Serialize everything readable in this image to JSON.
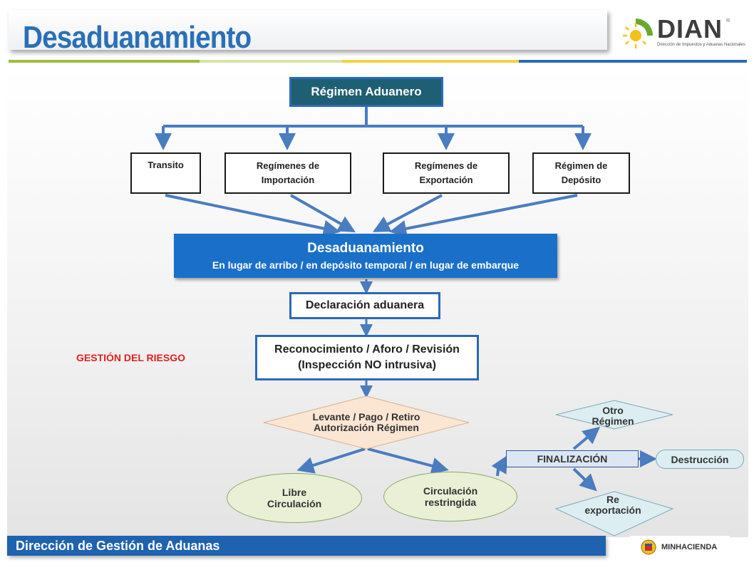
{
  "title": "Desaduanamiento",
  "logo": {
    "word": "DIAN",
    "registered": "®",
    "subtitle": "Dirección de Impuestos y Aduanas Nacionales"
  },
  "regimen_aduanero": "Régimen Aduanero",
  "regimes": [
    {
      "line1": "Transito",
      "line2": ""
    },
    {
      "line1": "Regímenes de",
      "line2": "Importación"
    },
    {
      "line1": "Regímenes de",
      "line2": "Exportación"
    },
    {
      "line1": "Régimen de",
      "line2": "Depósito"
    }
  ],
  "desaduanamiento": {
    "title": "Desaduanamiento",
    "subtitle": "En lugar de arribo / en depósito temporal / en lugar de embarque"
  },
  "declaracion": "Declaración aduanera",
  "reconocimiento": {
    "line1": "Reconocimiento / Aforo / Revisión",
    "line2": "(Inspección NO intrusiva)"
  },
  "gestion_riesgo": "GESTIÓN DEL RIESGO",
  "levante": {
    "line1": "Levante / Pago / Retiro",
    "line2": "Autorización Régimen"
  },
  "libre": {
    "line1": "Libre",
    "line2": "Circulación"
  },
  "restringida": {
    "line1": "Circulación",
    "line2": "restringida"
  },
  "finalizacion": "FINALIZACIÓN",
  "otro_regimen": {
    "line1": "Otro",
    "line2": "Régimen"
  },
  "destruccion": "Destrucción",
  "reexportacion": {
    "line1": "Re",
    "line2": "exportación"
  },
  "footer": "Dirección de Gestión de Aduanas",
  "ministry": "MINHACIENDA",
  "colors": {
    "accent_blue": "#1a70c8",
    "teal": "#1f5f74",
    "arrow": "#4a7cc0",
    "risk_red": "#e02020"
  }
}
